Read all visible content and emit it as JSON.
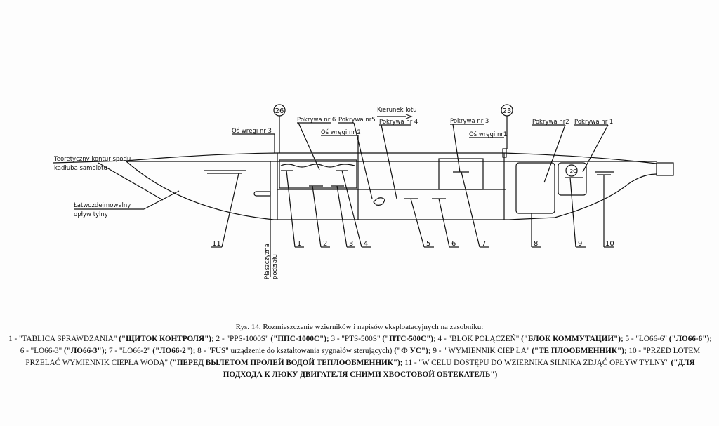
{
  "diagram": {
    "markers": [
      "26",
      "23"
    ],
    "labels": {
      "theoretical_contour": [
        "Teoretyczny kontur spodu",
        "kadłuba samolotu"
      ],
      "rear_fairing": [
        "Łatwozdejmowalny",
        "opływ tylny"
      ],
      "split_plane": [
        "Płaszczyzna",
        "podziału"
      ],
      "frame3": "Oś wręgi nr 3",
      "frame2": "Oś wręgi nr 2",
      "frame1": "Oś wręgi nr1",
      "cover6": "Pokrywa nr 6",
      "cover5": "Pokrywa nr5",
      "cover4": "Pokrywa nr 4",
      "cover3": "Pokrywa nr 3",
      "cover2": "Pokrywa nr2",
      "cover1": "Pokrywa nr 1",
      "flight_direction": "Kierunek lotu",
      "h2o": "H2O"
    },
    "callouts": [
      "11",
      "1",
      "2",
      "3",
      "4",
      "5",
      "6",
      "7",
      "8",
      "9",
      "10"
    ]
  },
  "caption": {
    "title": "Rys. 14. Rozmieszczenie wzierników i napisów eksploatacyjnych na zasobniku:",
    "items": [
      {
        "pl": "1 - \"TABLICA SPRAWDZANIA\"",
        "ru": "(\"ЩИТОК КОНТРОЛЯ\");"
      },
      {
        "pl": "2 - \"PPS-1000S\"",
        "ru": "(\"ППС-1000С\");"
      },
      {
        "pl": "3 - \"PTS-500S\"",
        "ru": "(\"ПТС-500С\");"
      },
      {
        "pl": "4 - \"BLOK POŁĄCZEŃ\"",
        "ru": "(\"БЛОК КОММУТАЦИИ\");"
      },
      {
        "pl": "5 - \"ŁO66-6\"",
        "ru": "(\"ЛО66-6\");"
      },
      {
        "pl": "6 - \"ŁO66-3\"",
        "ru": "(\"ЛО66-3\");"
      },
      {
        "pl": "7 - \"ŁO66-2\"",
        "ru": "(\"ЛО66-2\");"
      },
      {
        "pl": "8 - \"FUS\" urządzenie do kształtowania sygnałów sterujących)",
        "ru": "(\"Ф УС\");"
      },
      {
        "pl": "9 - \" WYMIENNIK CIEP ŁA\"",
        "ru": "(\"ТЕ ПЛООБМЕННИК\");"
      },
      {
        "pl": "10 - \"PRZED LOTEM PRZELAĆ WYMIENNIK CIEPŁA WODĄ\"",
        "ru": "(\"ПЕРЕД ВЫЛЕТОМ ПРОЛЕЙ ВОДОЙ ТЕПЛООБМЕННИК\");"
      },
      {
        "pl": "11 - \"W CELU DOSTĘPU DO WZIERNIKA SILNIKA ZDJĄĆ OPŁYW TYLNY\"",
        "ru": "(\"ДЛЯ ПОДХОДА К ЛЮКУ ДВИГАТЕЛЯ СНИМИ ХВОСТОВОЙ ОБТЕКАТЕЛЬ\")"
      }
    ]
  }
}
